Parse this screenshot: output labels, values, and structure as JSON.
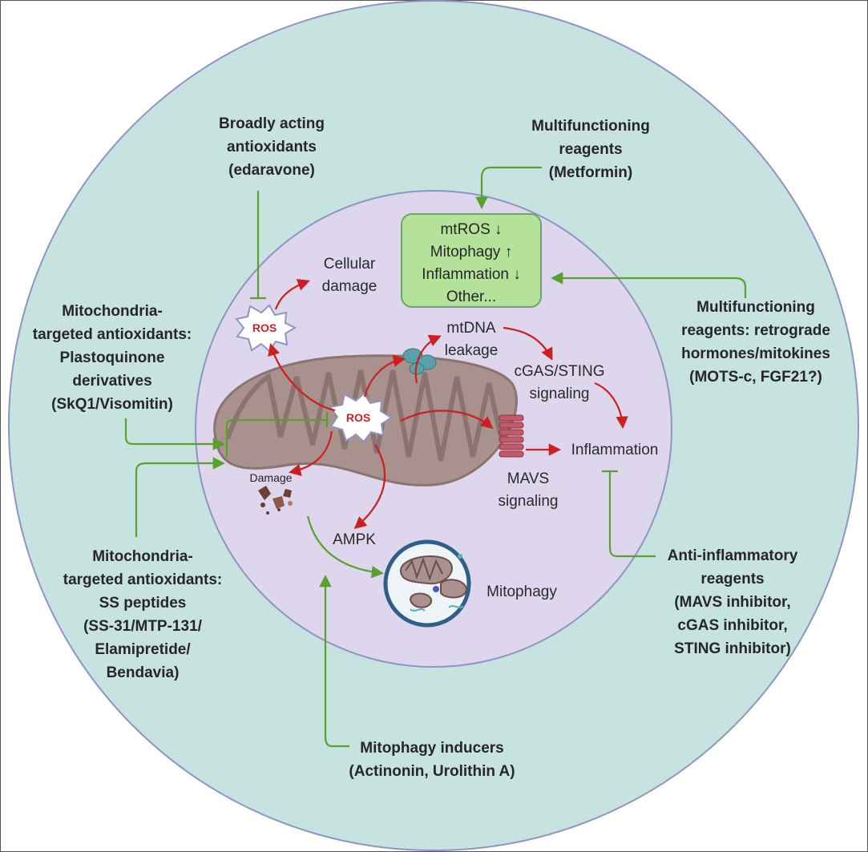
{
  "diagram": {
    "drugs": {
      "broad_antioxidants": "Broadly acting\nantioxidants\n(edaravone)",
      "metformin": "Multifunctioning\nreagents\n(Metformin)",
      "mito_plastoquinone": "Mitochondria-\ntargeted antioxidants:\nPlastoquinone\nderivatives\n(SkQ1/Visomitin)",
      "retrograde": "Multifunctioning\nreagents: retrograde\nhormones/mitokines\n(MOTS-c, FGF21?)",
      "ss_peptides": "Mitochondria-\ntargeted antioxidants:\nSS peptides\n(SS-31/MTP-131/\nElamipretide/\nBendavia)",
      "anti_inflammatory": "Anti-inflammatory\nreagents\n(MAVS inhibitor,\ncGAS inhibitor,\nSTING inhibitor)",
      "mitophagy_inducers": "Mitophagy inducers\n(Actinonin, Urolithin A)"
    },
    "effects_box": {
      "line1": "mtROS ↓",
      "line2": "Mitophagy ↑",
      "line3": "Inflammation ↓",
      "line4": "Other..."
    },
    "nodes": {
      "ros_outer": "ROS",
      "ros_inner": "ROS",
      "cellular_damage": "Cellular\ndamage",
      "mtdna_leakage": "mtDNA\nleakage",
      "cgas_sting": "cGAS/STING\nsignaling",
      "inflammation": "Inflammation",
      "mavs": "MAVS\nsignaling",
      "damage": "Damage",
      "ampk": "AMPK",
      "mitophagy": "Mitophagy"
    },
    "colors": {
      "outer_cell": "#c7e3df",
      "inner_cell": "#ddd6ec",
      "membrane": "#8f94c6",
      "mitochondrion": "#a9918e",
      "inhibit_arrow": "#5aa02c",
      "pathway_arrow": "#cc1f1f",
      "ros_text": "#d0202a",
      "effects_box": "#b5e29a"
    }
  }
}
